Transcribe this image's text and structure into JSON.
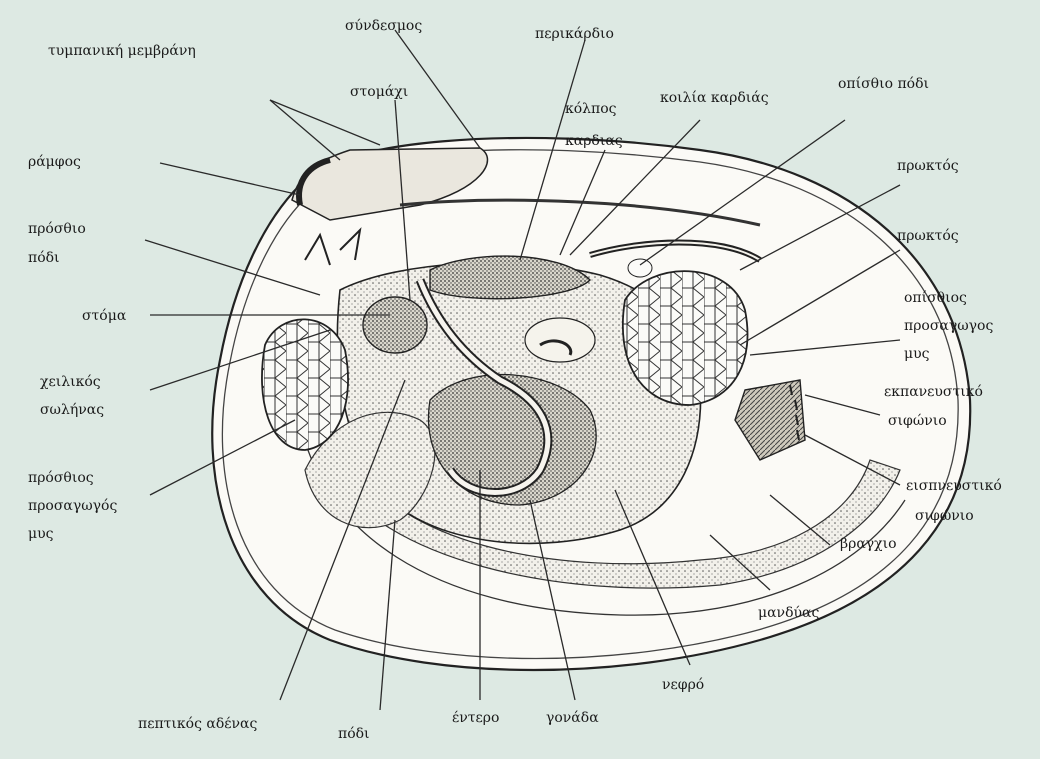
{
  "colors": {
    "background": "#dde9e3",
    "ink": "#1a1a1a"
  },
  "labels": {
    "tympanic_membrane": "τυμπανική μεμβράνη",
    "ligament": "σύνδεσμος",
    "pericardium": "περικάρδιο",
    "stomach": "στομάχι",
    "atrium_1": "κόλπος",
    "atrium_2": "καρδιας",
    "ventricle": "κοιλία καρδιάς",
    "posterior_foot": "οπίσθιο πόδι",
    "umbo": "ράμφος",
    "anus_1": "πρωκτός",
    "anterior_foot_1": "πρόσθιο",
    "anterior_foot_2": "πόδι",
    "anus_2": "πρωκτός",
    "mouth": "στόμα",
    "posterior_adductor_1": "οπίσθιος",
    "posterior_adductor_2": "προσαγωγος",
    "posterior_adductor_3": "μυς",
    "labial_palp_1": "χειλικός",
    "labial_palp_2": "σωλήνας",
    "excurrent_siphon_1": "εκπανευστικό",
    "excurrent_siphon_2": "σιφώνιο",
    "anterior_adductor_1": "πρόσθιος",
    "anterior_adductor_2": "προσαγωγός",
    "anterior_adductor_3": "μυς",
    "incurrent_siphon_1": "εισπνευστικό",
    "incurrent_siphon_2": "σιφώνιο",
    "gill": "βραγχιο",
    "mantle": "μανδύας",
    "kidney": "νεφρό",
    "digestive_gland": "πεπτικός αδένας",
    "foot": "πόδι",
    "intestine": "έντερο",
    "gonad": "γονάδα"
  }
}
